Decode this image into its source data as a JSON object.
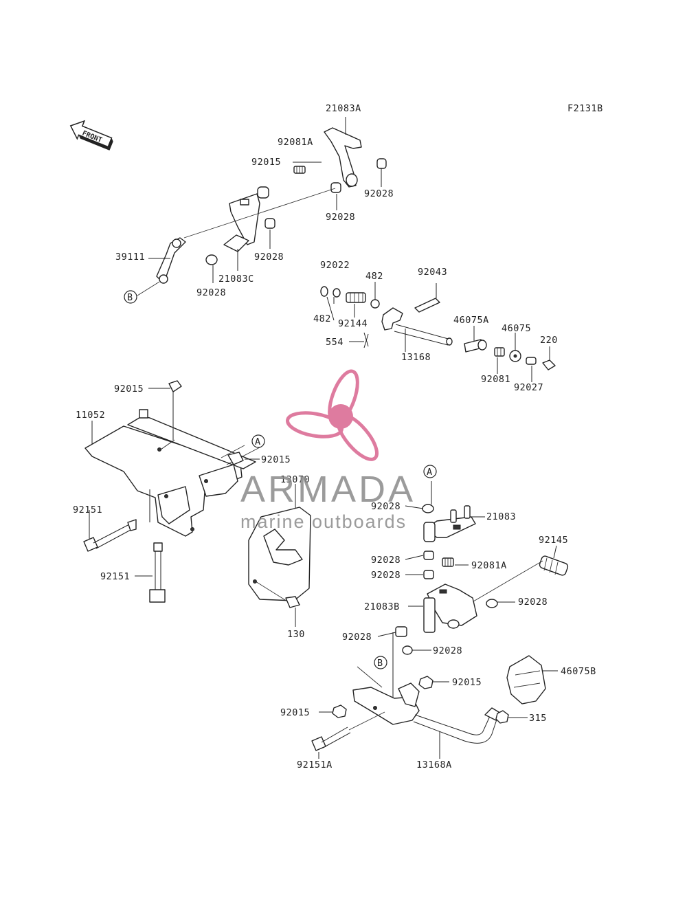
{
  "figure_code": "F2131B",
  "front_label": "FRONT",
  "callouts": {
    "A": "A",
    "B": "B"
  },
  "labels": {
    "p21083A": "21083A",
    "p92081A_top": "92081A",
    "p92015_top": "92015",
    "p92028_a": "92028",
    "p92028_b": "92028",
    "p92028_c": "92028",
    "p92028_d": "92028",
    "p39111": "39111",
    "p21083C": "21083C",
    "p92022": "92022",
    "p482_a": "482",
    "p482_b": "482",
    "p92043": "92043",
    "p92144": "92144",
    "p554": "554",
    "p46075A": "46075A",
    "p46075": "46075",
    "p220": "220",
    "p13168": "13168",
    "p92081": "92081",
    "p92027": "92027",
    "p92015_mid": "92015",
    "p11052": "11052",
    "p92015_frame": "92015",
    "p13070": "13070",
    "p92151_a": "92151",
    "p92151_b": "92151",
    "p130": "130",
    "p92028_e": "92028",
    "p21083": "21083",
    "p92145": "92145",
    "p92028_f": "92028",
    "p92081A_bot": "92081A",
    "p92028_g": "92028",
    "p92028_h": "92028",
    "p21083B": "21083B",
    "p92028_i": "92028",
    "p92028_j": "92028",
    "p46075B": "46075B",
    "p92015_b1": "92015",
    "p92015_b2": "92015",
    "p315": "315",
    "p92151A": "92151A",
    "p13168A": "13168A"
  },
  "watermark": {
    "brand": "ARMADA",
    "tagline": "marine outboards",
    "logo_color": "#d9658f",
    "text_color": "#8a8a8a"
  },
  "icons": [
    "front-arrow-icon",
    "propeller-logo-icon"
  ]
}
